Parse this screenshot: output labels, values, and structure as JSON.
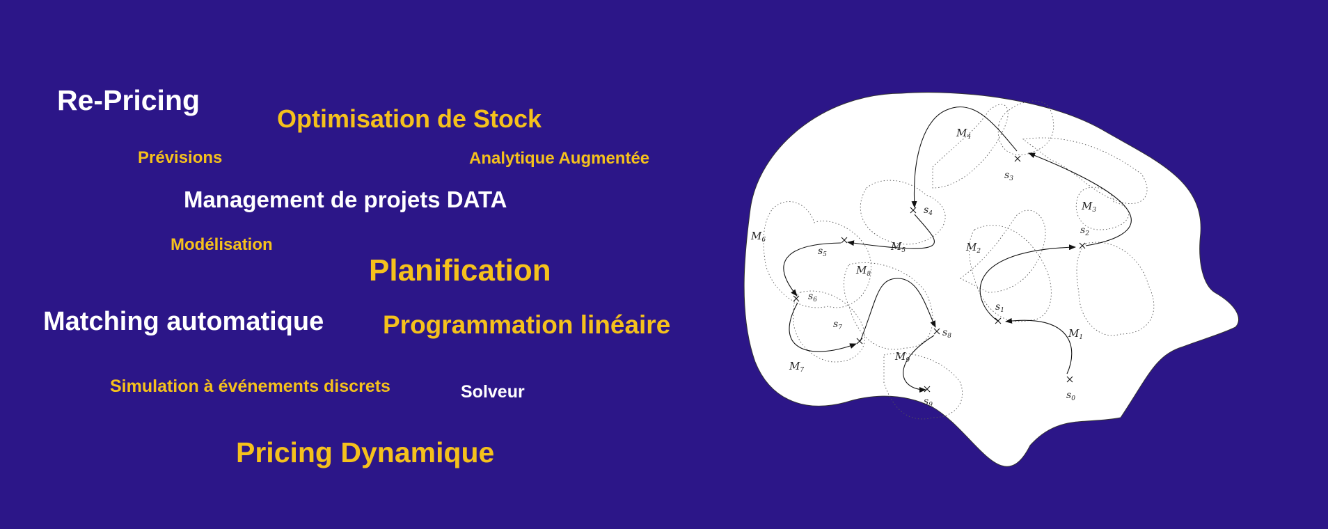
{
  "keywords": {
    "repricing": "Re-Pricing",
    "stock": "Optimisation de Stock",
    "previsions": "Prévisions",
    "analytique": "Analytique Augmentée",
    "management": "Management de projets DATA",
    "modelisation": "Modélisation",
    "planification": "Planification",
    "matching": "Matching automatique",
    "programmation": "Programmation linéaire",
    "simulation": "Simulation à événements discrets",
    "solveur": "Solveur",
    "pricing_dynamique": "Pricing Dynamique"
  },
  "colors": {
    "background": "#2c1688",
    "white": "#ffffff",
    "gold": "#f5c11c"
  },
  "diagram": {
    "states": [
      {
        "name": "s",
        "sub": "0"
      },
      {
        "name": "s",
        "sub": "1"
      },
      {
        "name": "s",
        "sub": "2"
      },
      {
        "name": "s",
        "sub": "3"
      },
      {
        "name": "s",
        "sub": "4"
      },
      {
        "name": "s",
        "sub": "5"
      },
      {
        "name": "s",
        "sub": "6"
      },
      {
        "name": "s",
        "sub": "7"
      },
      {
        "name": "s",
        "sub": "8"
      },
      {
        "name": "s",
        "sub": "9"
      }
    ],
    "maps": [
      {
        "name": "M",
        "sub": "1"
      },
      {
        "name": "M",
        "sub": "2"
      },
      {
        "name": "M",
        "sub": "3"
      },
      {
        "name": "M",
        "sub": "4"
      },
      {
        "name": "M",
        "sub": "5"
      },
      {
        "name": "M",
        "sub": "6"
      },
      {
        "name": "M",
        "sub": "7"
      },
      {
        "name": "M",
        "sub": "8"
      },
      {
        "name": "M",
        "sub": "9"
      }
    ]
  }
}
